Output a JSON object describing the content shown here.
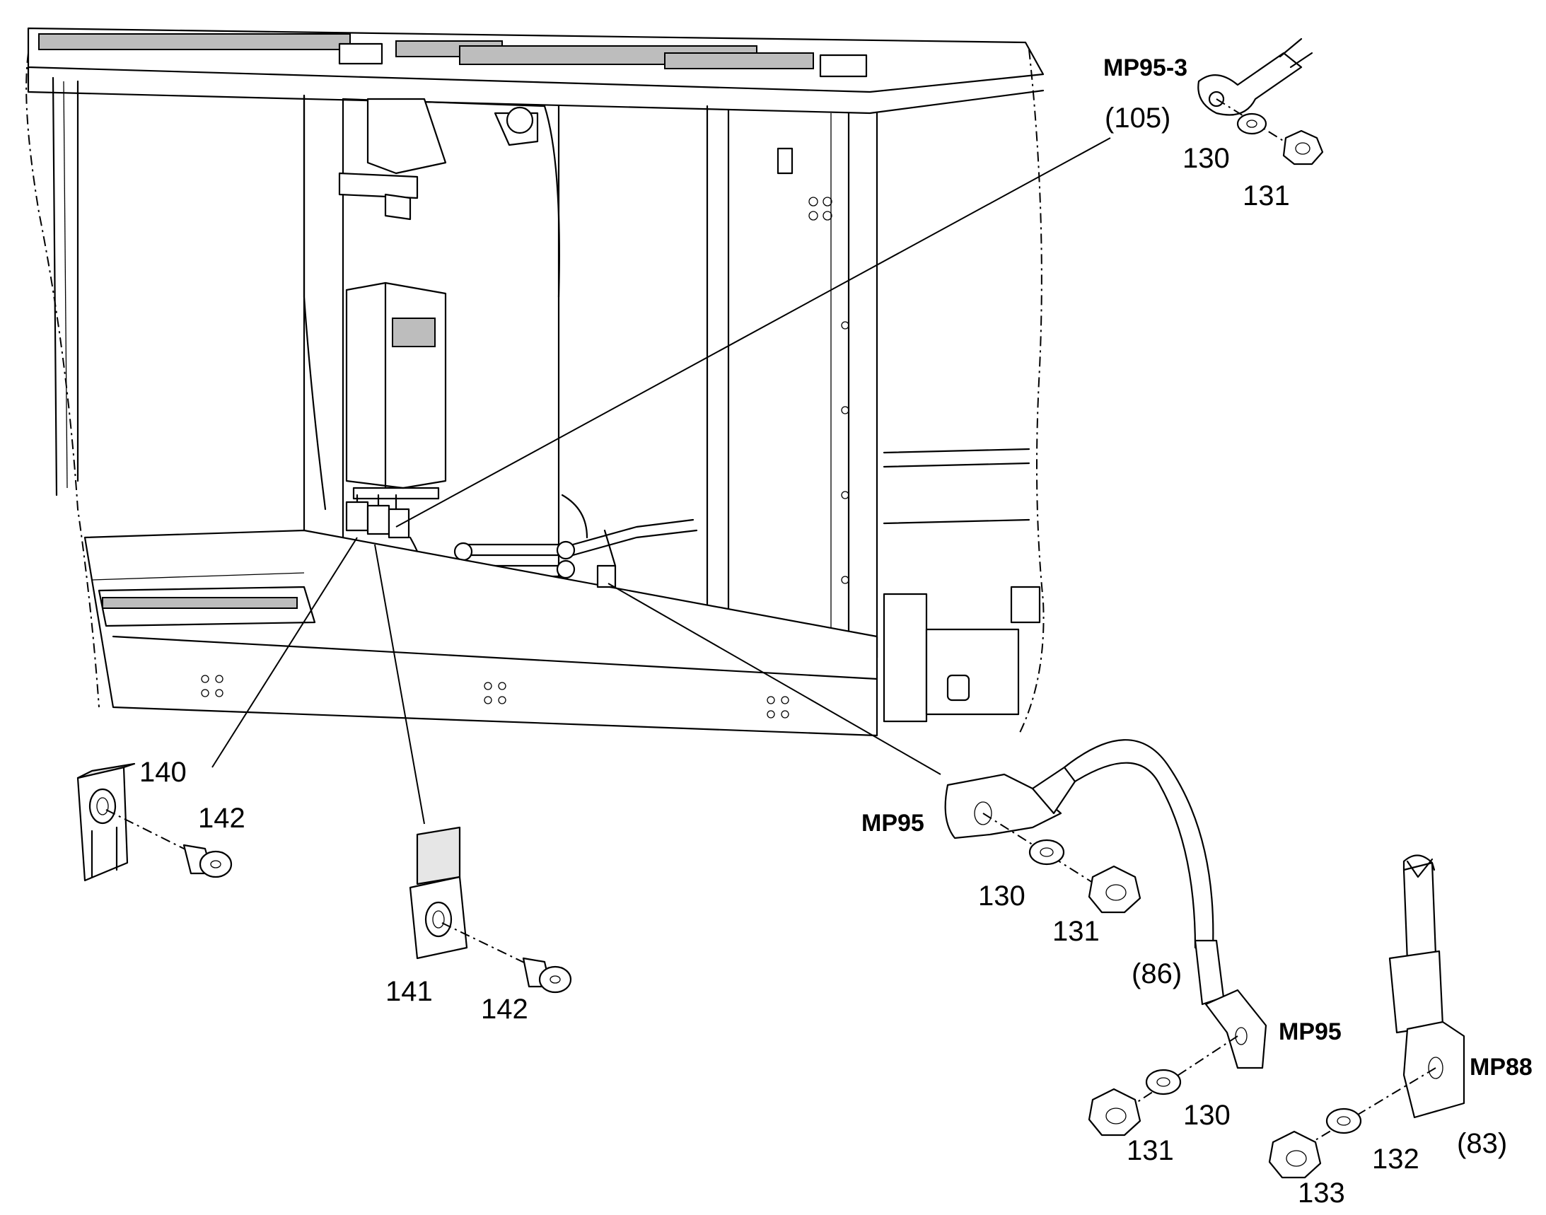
{
  "labels": {
    "mp95_3": "MP95-3",
    "ref105": "(105)",
    "n130_a": "130",
    "n131_a": "131",
    "n140": "140",
    "n142_a": "142",
    "n141": "141",
    "n142_b": "142",
    "mp95_a": "MP95",
    "n130_b": "130",
    "n131_b": "131",
    "ref86": "(86)",
    "mp95_b": "MP95",
    "n130_c": "130",
    "n131_c": "131",
    "mp88": "MP88",
    "n132": "132",
    "n133": "133",
    "ref83": "(83)"
  }
}
